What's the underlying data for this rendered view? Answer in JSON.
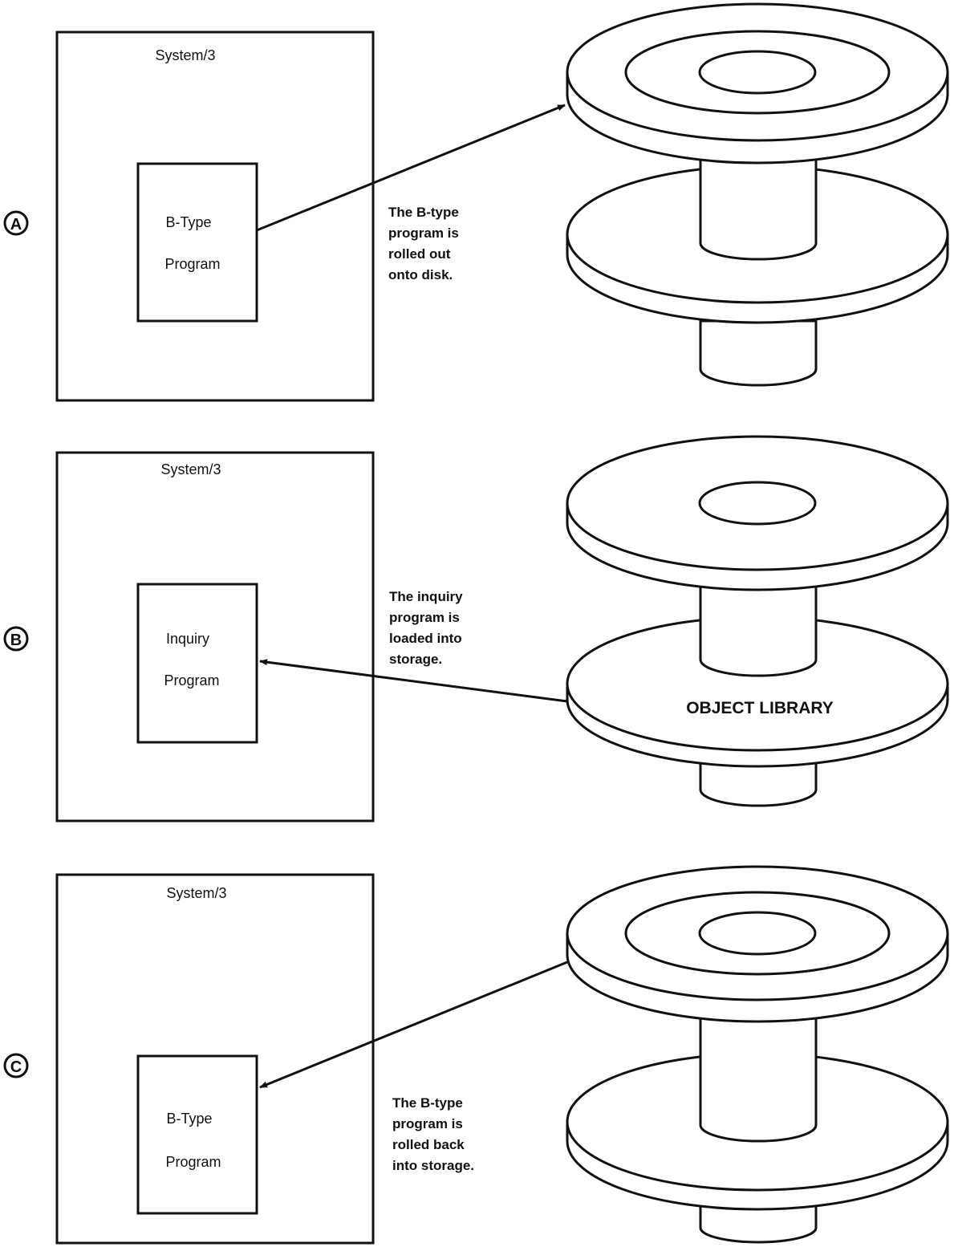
{
  "panels": [
    {
      "id": "a",
      "marker": "A",
      "system_label": "System/3",
      "program_line1": "B-Type",
      "program_line2": "Program",
      "caption": [
        "The B-type",
        "program is",
        "rolled out",
        "onto disk."
      ],
      "disk_label": ""
    },
    {
      "id": "b",
      "marker": "B",
      "system_label": "System/3",
      "program_line1": "Inquiry",
      "program_line2": "Program",
      "caption": [
        "The inquiry",
        "program is",
        "loaded into",
        "storage."
      ],
      "disk_label": "OBJECT LIBRARY"
    },
    {
      "id": "c",
      "marker": "C",
      "system_label": "System/3",
      "program_line1": "B-Type",
      "program_line2": "Program",
      "caption": [
        "The B-type",
        "program is",
        "rolled back",
        "into storage."
      ],
      "disk_label": ""
    }
  ]
}
